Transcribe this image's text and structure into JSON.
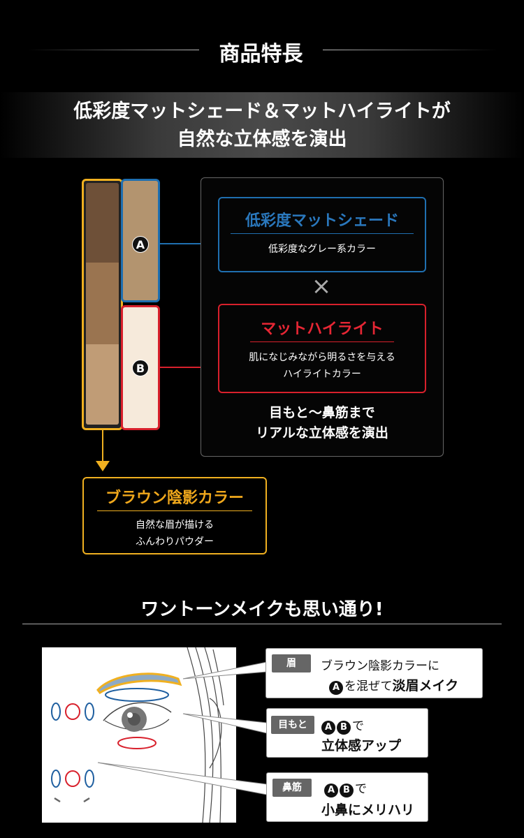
{
  "header": {
    "title": "商品特長"
  },
  "banner": {
    "line1": "低彩度マットシェード＆マットハイライトが",
    "line2": "自然な立体感を演出"
  },
  "palette": {
    "label_a": "A",
    "label_b": "B"
  },
  "shade": {
    "title": "低彩度マットシェード",
    "desc": "低彩度なグレー系カラー",
    "color": "#1f6fb0"
  },
  "cross": "×",
  "highlight": {
    "title": "マットハイライト",
    "desc1": "肌になじみながら明るさを与える",
    "desc2": "ハイライトカラー",
    "color": "#e0202e"
  },
  "panel_note": {
    "line1": "目もと〜鼻筋まで",
    "line2": "リアルな立体感を演出"
  },
  "brown": {
    "title": "ブラウン陰影カラー",
    "desc1": "自然な眉が描ける",
    "desc2": "ふんわりパウダー",
    "color": "#f0a81c"
  },
  "section2": {
    "title": "ワントーンメイクも思い通り!"
  },
  "callouts": [
    {
      "tag": "眉",
      "line1": "ブラウン陰影カラーに",
      "line2_badge": "A",
      "line2_a": "を混ぜて",
      "line2_b": "淡眉メイク"
    },
    {
      "tag": "目もと",
      "badge1": "A",
      "badge2": "B",
      "line1": "で",
      "line2": "立体感アップ"
    },
    {
      "tag": "鼻筋",
      "badge1": "A",
      "badge2": "B",
      "line1": "で",
      "line2": "小鼻にメリハリ"
    }
  ]
}
